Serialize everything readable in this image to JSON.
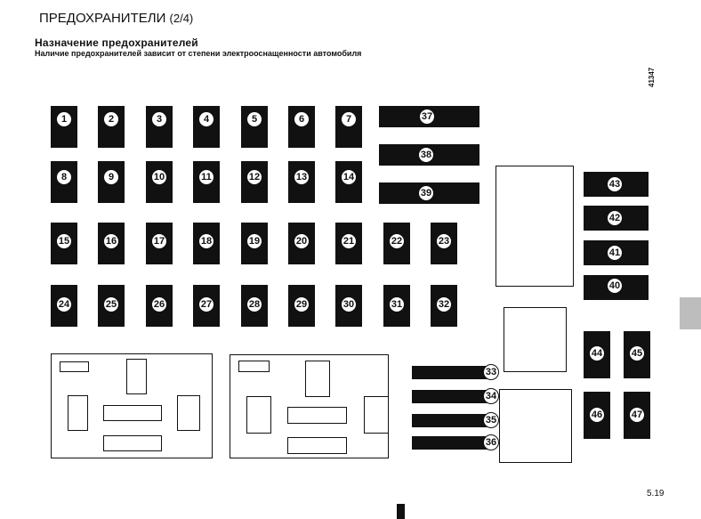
{
  "header": {
    "title_main": "ПРЕДОХРАНИТЕЛИ ",
    "title_suffix": "(2/4)",
    "subtitle": "Назначение предохранителей",
    "note": "Наличие предохранителей зависит от степени электрооснащенности автомобиля",
    "figure_code": "41347"
  },
  "fuses": {
    "f1": "1",
    "f2": "2",
    "f3": "3",
    "f4": "4",
    "f5": "5",
    "f6": "6",
    "f7": "7",
    "f8": "8",
    "f9": "9",
    "f10": "10",
    "f11": "11",
    "f12": "12",
    "f13": "13",
    "f14": "14",
    "f15": "15",
    "f16": "16",
    "f17": "17",
    "f18": "18",
    "f19": "19",
    "f20": "20",
    "f21": "21",
    "f22": "22",
    "f23": "23",
    "f24": "24",
    "f25": "25",
    "f26": "26",
    "f27": "27",
    "f28": "28",
    "f29": "29",
    "f30": "30",
    "f31": "31",
    "f32": "32",
    "f33": "33",
    "f34": "34",
    "f35": "35",
    "f36": "36",
    "f37": "37",
    "f38": "38",
    "f39": "39",
    "f40": "40",
    "f41": "41",
    "f42": "42",
    "f43": "43",
    "f44": "44",
    "f45": "45",
    "f46": "46",
    "f47": "47"
  },
  "footer": {
    "page_number": "5.19"
  },
  "colors": {
    "fuse": "#111111",
    "side_tab": "#bdbdbd"
  }
}
